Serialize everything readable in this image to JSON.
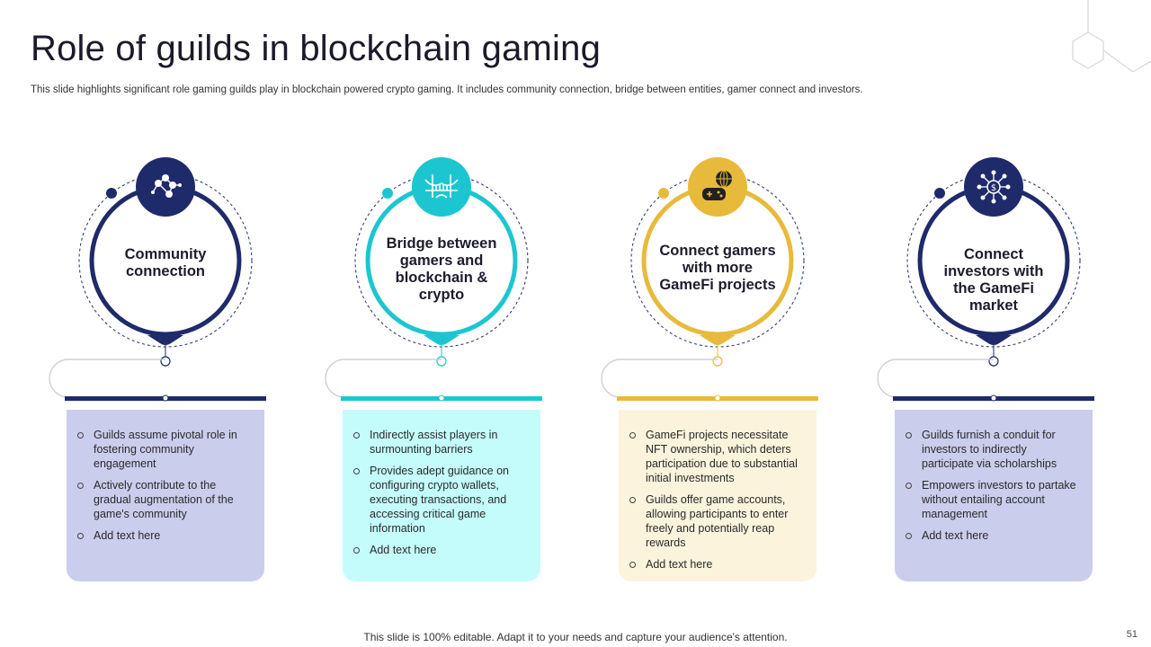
{
  "header": {
    "title": "Role of guilds in blockchain gaming",
    "subtitle": "This slide highlights significant role gaming guilds play in blockchain powered crypto gaming. It includes community connection, bridge between entities, gamer connect and investors."
  },
  "colors": {
    "navy": "#1f2a6b",
    "teal": "#1cc6d0",
    "gold": "#e8ba3b",
    "card_navy": "#cbcdec",
    "card_teal": "#c4fcfc",
    "card_gold": "#fbf3dc"
  },
  "columns": [
    {
      "heading": "Community connection",
      "icon": "community-network-icon",
      "bullets": [
        "Guilds assume pivotal role in fostering community engagement",
        "Actively contribute to the gradual augmentation of the game's community",
        "Add text here"
      ]
    },
    {
      "heading": "Bridge between gamers and blockchain & crypto",
      "icon": "bridge-icon",
      "bullets": [
        "Indirectly assist players in surmounting barriers",
        "Provides adept guidance on configuring crypto wallets, executing transactions, and accessing critical game information",
        "Add text here"
      ]
    },
    {
      "heading": "Connect gamers with more GameFi projects",
      "icon": "gamepad-globe-icon",
      "bullets": [
        "GameFi projects necessitate NFT ownership, which deters participation due to substantial initial investments",
        "Guilds offer game accounts, allowing participants to enter freely and potentially reap rewards",
        "Add text here"
      ]
    },
    {
      "heading": "Connect investors with the GameFi market",
      "icon": "investor-network-icon",
      "bullets": [
        "Guilds furnish a conduit for investors to indirectly participate via scholarships",
        "Empowers investors to partake without entailing account management",
        "Add text here"
      ]
    }
  ],
  "footer": {
    "note": "This slide is 100% editable. Adapt it to your needs and capture your audience's attention.",
    "page_number": "51"
  }
}
